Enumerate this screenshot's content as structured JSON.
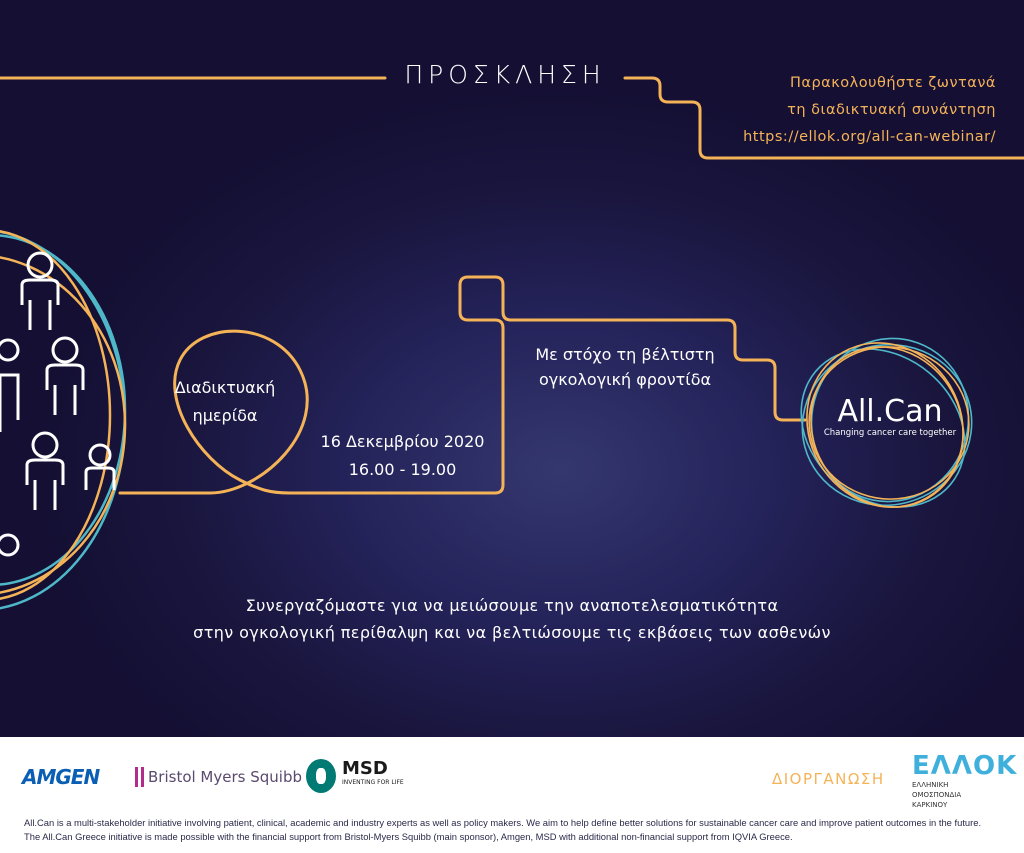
{
  "header": {
    "title": "ΠΡΟΣΚΛΗΣΗ",
    "watch_lines": [
      "Παρακολουθήστε ζωντανά",
      "τη διαδικτυακή συνάντηση",
      "https://ellok.org/all-can-webinar/"
    ]
  },
  "event": {
    "type_lines": [
      "Διαδικτυακή",
      "ημερίδα"
    ],
    "date": "16 Δεκεμβρίου 2020",
    "time": "16.00 - 19.00",
    "goal_lines": [
      "Με στόχο τη βέλτιστη",
      "ογκολογική φροντίδα"
    ]
  },
  "logo": {
    "name": "All.Can",
    "tagline": "Changing cancer care together"
  },
  "tagline_lines": [
    "Συνεργαζόμαστε για να μειώσουμε την αναποτελεσματικότητα",
    "στην ογκολογική περίθαλψη και να βελτιώσουμε τις εκβάσεις των ασθενών"
  ],
  "footer": {
    "sponsors": {
      "amgen": "AMGEN",
      "bms": "Bristol Myers Squibb",
      "msd": "MSD",
      "msd_sub": "INVENTING FOR LIFE"
    },
    "organizer_label": "ΔΙΟΡΓΑΝΩΣΗ",
    "organizer": {
      "name": "ΕΛΛΟΚ",
      "sub_lines": [
        "ΕΛΛΗΝΙΚΗ",
        "ΟΜΟΣΠΟΝΔΙΑ",
        "ΚΑΡΚΙΝΟΥ"
      ]
    },
    "disclaimer_lines": [
      "All.Can is a multi-stakeholder initiative involving patient, clinical, academic and industry experts as well as policy makers. We aim to help define better solutions for sustainable cancer care and improve patient outcomes in the future.",
      "The All.Can Greece initiative is made possible with the financial support from Bristol-Myers Squibb (main sponsor), Amgen, MSD with additional non-financial support from IQVIA Greece."
    ]
  },
  "colors": {
    "orange": "#f5b358",
    "teal": "#4fb8c8",
    "navy": "#19153d"
  }
}
